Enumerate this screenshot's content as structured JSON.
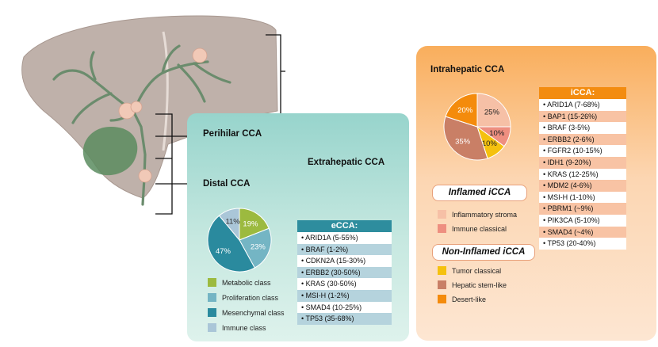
{
  "labels": {
    "intrahepatic": "Intrahepatic CCA",
    "perihilar": "Perihilar CCA",
    "distal": "Distal CCA",
    "extrahepatic": "Extrahepatic CCA"
  },
  "icca_box": {
    "title": "iCCA:",
    "items": [
      "ARID1A (7-68%)",
      "BAP1 (15-26%)",
      "BRAF (3-5%)",
      "ERBB2 (2-6%)",
      "FGFR2 (10-15%)",
      "IDH1 (9-20%)",
      "KRAS (12-25%)",
      "MDM2 (4-6%)",
      "MSI-H (1-10%)",
      "PBRM1 (~9%)",
      "PIK3CA (5-10%)",
      "SMAD4 (~4%)",
      "TP53 (20-40%)"
    ]
  },
  "ecca_box": {
    "title": "eCCA:",
    "items": [
      "ARID1A (5-55%)",
      "BRAF (1-2%)",
      "CDKN2A (15-30%)",
      "ERBB2 (30-50%)",
      "KRAS (30-50%)",
      "MSI-H (1-2%)",
      "SMAD4 (10-25%)",
      "TP53 (35-68%)"
    ]
  },
  "icca_groups": {
    "inflamed_title": "Inflamed iCCA",
    "non_inflamed_title": "Non-Inflamed iCCA"
  },
  "icca_legend": [
    {
      "label": "Inflammatory stroma",
      "color": "#f6c0a6"
    },
    {
      "label": "Immune classical",
      "color": "#ee8f80"
    },
    {
      "label": "Tumor classical",
      "color": "#f5c10f"
    },
    {
      "label": "Hepatic stem-like",
      "color": "#c97f66"
    },
    {
      "label": "Desert-like",
      "color": "#f48b0c"
    }
  ],
  "ecca_legend": [
    {
      "label": "Metabolic class",
      "color": "#9cba3f"
    },
    {
      "label": "Proliferation class",
      "color": "#74b5c4"
    },
    {
      "label": "Mesenchymal class",
      "color": "#2a8a9e"
    },
    {
      "label": "Immune class",
      "color": "#aac6d8"
    }
  ],
  "chart_data": [
    {
      "type": "pie",
      "categories": [
        "Inflammatory stroma",
        "Immune classical",
        "Tumor classical",
        "Hepatic stem-like",
        "Desert-like"
      ],
      "values": [
        25,
        10,
        10,
        35,
        20
      ],
      "labels": [
        "25%",
        "10%",
        "10%",
        "35%",
        "20%"
      ],
      "colors": [
        "#f6c0a6",
        "#ee8f80",
        "#f5c10f",
        "#c97f66",
        "#f48b0c"
      ]
    },
    {
      "type": "pie",
      "categories": [
        "Metabolic class",
        "Proliferation class",
        "Mesenchymal class",
        "Immune class"
      ],
      "values": [
        19,
        23,
        47,
        11
      ],
      "labels": [
        "19%",
        "23%",
        "47%",
        "11%"
      ],
      "colors": [
        "#9cba3f",
        "#74b5c4",
        "#2a8a9e",
        "#aac6d8"
      ]
    }
  ]
}
